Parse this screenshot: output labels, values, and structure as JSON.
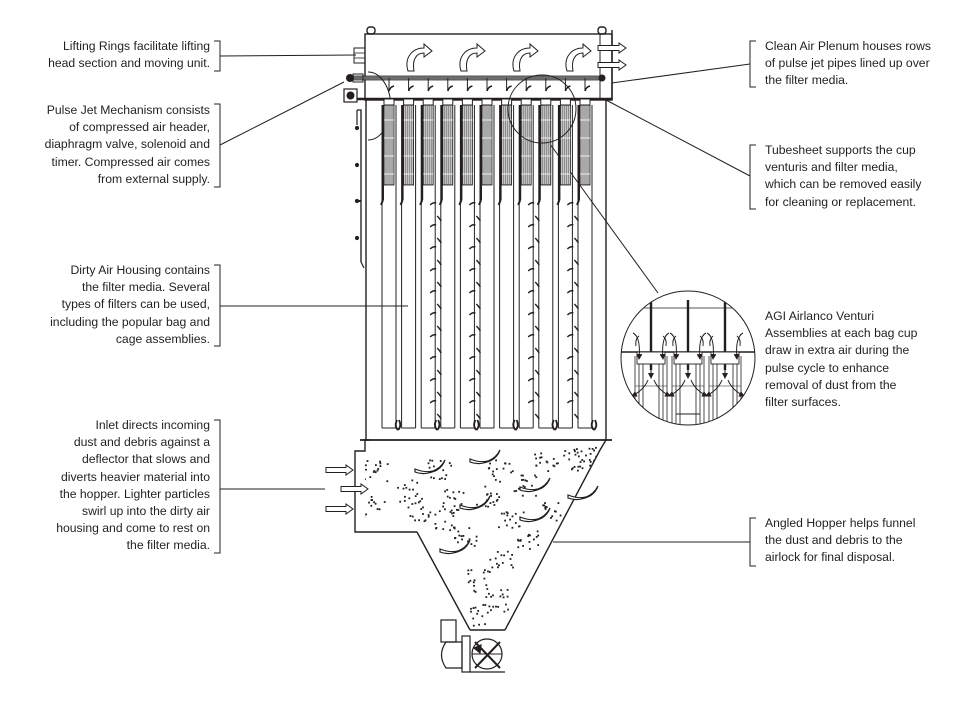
{
  "diagram": {
    "title": "Pulse Jet Dust Collector Cutaway",
    "colors": {
      "text": "#231f20",
      "line": "#231f20",
      "shading": "#8c8c8c",
      "background": "#ffffff"
    },
    "callouts": {
      "lifting_rings": {
        "lines": [
          "Lifting Rings facilitate lifting",
          "head section and moving unit."
        ]
      },
      "pulse_jet": {
        "lines": [
          "Pulse Jet Mechanism consists",
          "of compressed air header,",
          "diaphragm valve, solenoid and",
          "timer. Compressed air comes",
          "from external supply."
        ]
      },
      "dirty_air": {
        "lines": [
          "Dirty Air Housing contains",
          "the filter media. Several",
          "types of filters can be used,",
          "including the popular bag and",
          "cage assemblies."
        ]
      },
      "inlet": {
        "lines": [
          "Inlet directs incoming",
          "dust and debris against a",
          "deflector that slows and",
          "diverts heavier material into",
          "the hopper. Lighter particles",
          "swirl up into the dirty air",
          "housing and come to rest on",
          "the filter media."
        ]
      },
      "clean_air": {
        "lines": [
          "Clean Air Plenum houses rows",
          "of pulse jet pipes lined up over",
          "the filter media."
        ]
      },
      "tubesheet": {
        "lines": [
          "Tubesheet supports the cup",
          "venturis and filter media,",
          "which can be removed easily",
          "for cleaning or replacement."
        ]
      },
      "venturi": {
        "lines": [
          "AGI Airlanco Venturi",
          "Assemblies at each bag cup",
          "draw in extra air during the",
          "pulse cycle to enhance",
          "removal of dust from the",
          "filter surfaces."
        ]
      },
      "hopper": {
        "lines": [
          "Angled Hopper helps funnel",
          "the dust and debris to the",
          "airlock for final disposal."
        ]
      }
    },
    "components": {
      "filter_bag_count": 11,
      "plenum_airflow_arrow_count": 4,
      "outlet_arrow_count": 2,
      "inlet_arrow_count": 3,
      "deflector_count": 7
    }
  }
}
